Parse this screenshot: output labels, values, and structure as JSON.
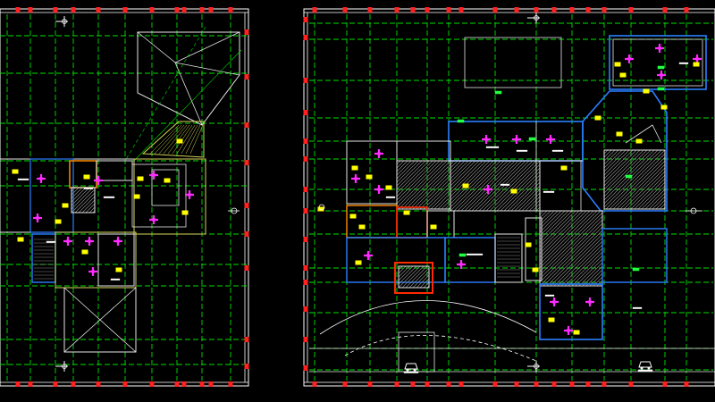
{
  "colors": {
    "background": "#000000",
    "grid": "#00e000",
    "frame": "#ffffff",
    "wall_blue": "#2a7fff",
    "wall_white": "#e6e6e6",
    "roof_yellow": "#d6d65a",
    "hatch": "#8a8a8a",
    "highlight_red": "#ff2a00",
    "highlight_orange": "#ff8a00",
    "marker_red": "#ff2020",
    "room_tag_yellow": "#ffff00",
    "fixture_magenta": "#ff2aff"
  },
  "symbols": {
    "north_arrow": "north-arrow-icon",
    "car": "car-icon",
    "axis_marker": "axis-bubble-icon",
    "fixture": "magenta-fixture-icon"
  },
  "plans": [
    {
      "id": "left-plan",
      "kind": "roof-and-upper-floor"
    },
    {
      "id": "right-plan",
      "kind": "ground-floor"
    }
  ]
}
